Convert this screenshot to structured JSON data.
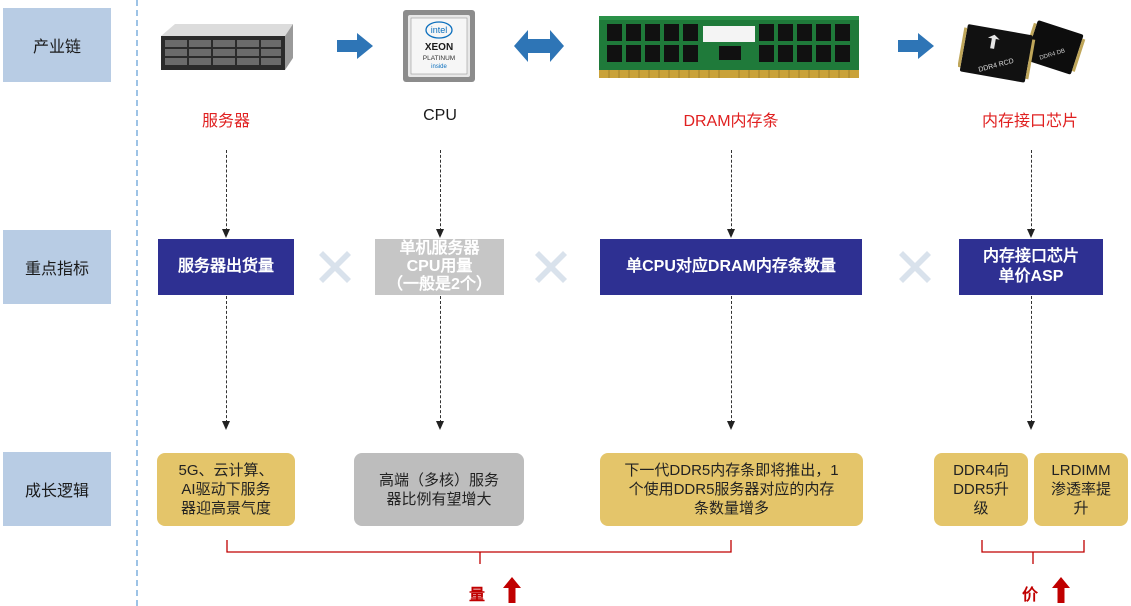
{
  "rows": {
    "industry_chain": "产业链",
    "key_metrics": "重点指标",
    "growth_logic": "成长逻辑"
  },
  "chain": {
    "server": "服务器",
    "cpu": "CPU",
    "dram": "DRAM内存条",
    "interface_chip": "内存接口芯片"
  },
  "images": {
    "cpu_chip": {
      "line1": "intel",
      "line2": "XEON",
      "line3": "PLATINUM",
      "line4": "inside"
    },
    "chip_front": "DDR4 RCD",
    "chip_back": "DDR4 DB"
  },
  "metrics": {
    "server_shipments": "服务器出货量",
    "cpu_per_server": [
      "单机服务器",
      "CPU用量",
      "（一般是2个）"
    ],
    "dram_per_cpu": "单CPU对应DRAM内存条数量",
    "chip_asp": [
      "内存接口芯片",
      "单价ASP"
    ]
  },
  "logic": {
    "server": [
      "5G、云计算、",
      "AI驱动下服务",
      "器迎高景气度"
    ],
    "cpu": [
      "高端（多核）服务",
      "器比例有望增大"
    ],
    "dram": [
      "下一代DDR5内存条即将推出，1",
      "个使用DDR5服务器对应的内存",
      "条数量增多"
    ],
    "ddr4_ddr5": [
      "DDR4向",
      "DDR5升",
      "级"
    ],
    "lrdimm": [
      "LRDIMM",
      "渗透率提",
      "升"
    ]
  },
  "bottom_tags": {
    "volume": "量",
    "price": "价"
  },
  "colors": {
    "row_label_bg": "#b8cce4",
    "metric_navy": "#2e3092",
    "metric_grey": "#c6c6c6",
    "logic_gold": "#e4c56a",
    "logic_grey": "#bdbdbd",
    "chain_red": "#e02020",
    "flow_arrow": "#2e75b6",
    "cross": "#d9e2ec",
    "brace_red": "#c00000"
  }
}
